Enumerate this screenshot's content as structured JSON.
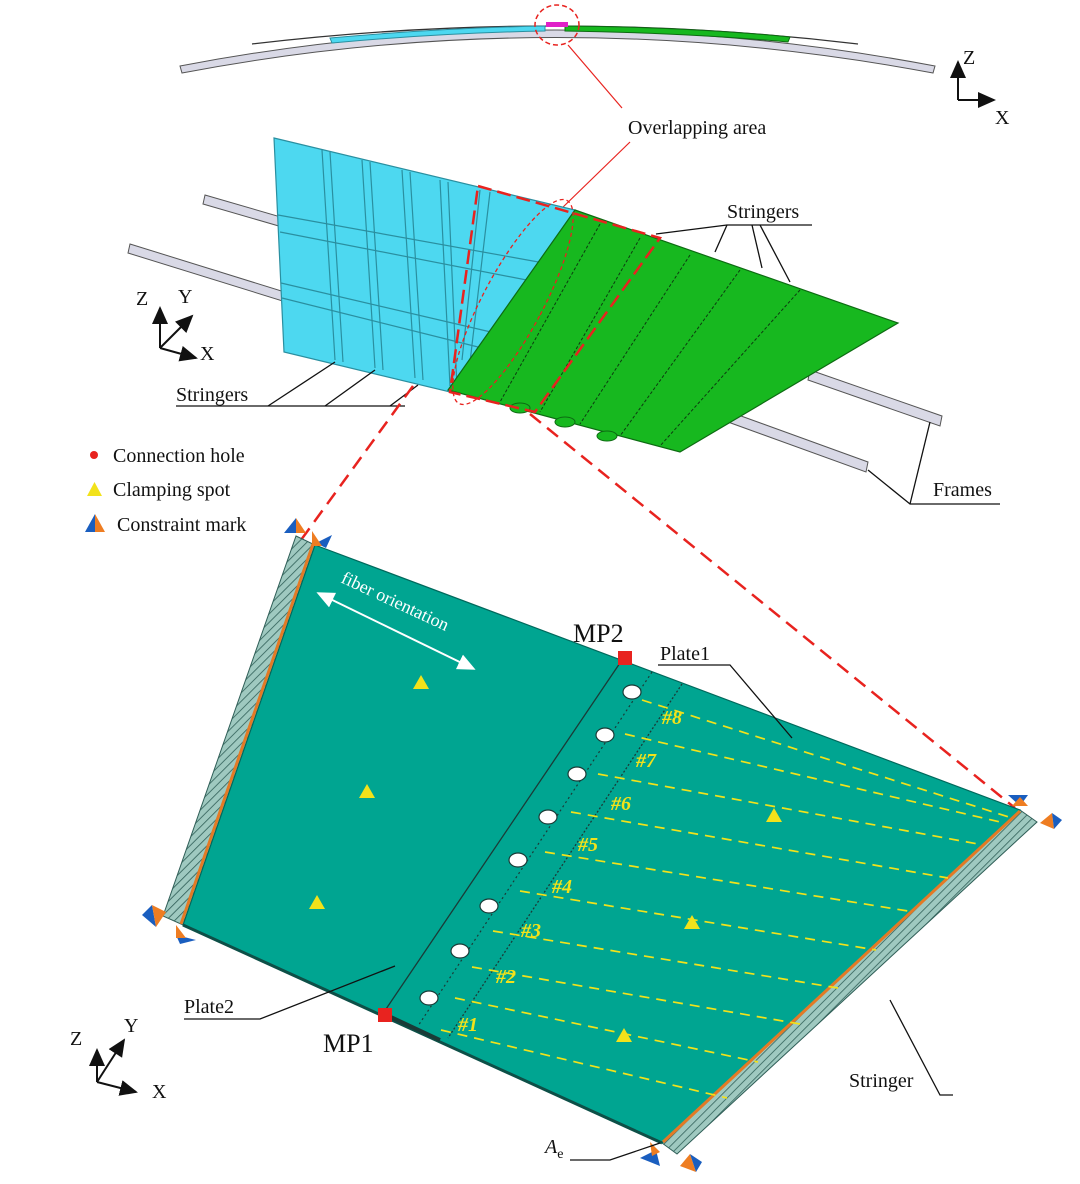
{
  "labels": {
    "overlapping_area": "Overlapping area",
    "stringers_top": "Stringers",
    "stringers_left": "Stringers",
    "frames": "Frames",
    "plate1": "Plate1",
    "plate2": "Plate2",
    "stringer_bottom": "Stringer",
    "mp1": "MP1",
    "mp2": "MP2",
    "fiber_orientation": "fiber orientation",
    "ae_main": "A",
    "ae_sub": "e"
  },
  "legend": {
    "connection_hole": "Connection hole",
    "clamping_spot": "Clamping spot",
    "constraint_mark": "Constraint mark"
  },
  "axes_top": {
    "z": "Z",
    "x": "X"
  },
  "axes_mid": {
    "z": "Z",
    "y": "Y",
    "x": "X"
  },
  "axes_bottom": {
    "z": "Z",
    "y": "Y",
    "x": "X"
  },
  "bolt_labels": [
    "#1",
    "#2",
    "#3",
    "#4",
    "#5",
    "#6",
    "#7",
    "#8"
  ],
  "colors": {
    "plate2_skin": "#4dd8f0",
    "plate1_skin": "#17b81f",
    "main_plate": "#00a591",
    "highlight_red": "#e8231f",
    "clamping_yellow": "#f2e21a",
    "constraint_blue": "#1a5ebf",
    "constraint_orange": "#ee7d22",
    "stringer_edge": "#e37a25",
    "frames_gray": "#cfcfe0"
  }
}
